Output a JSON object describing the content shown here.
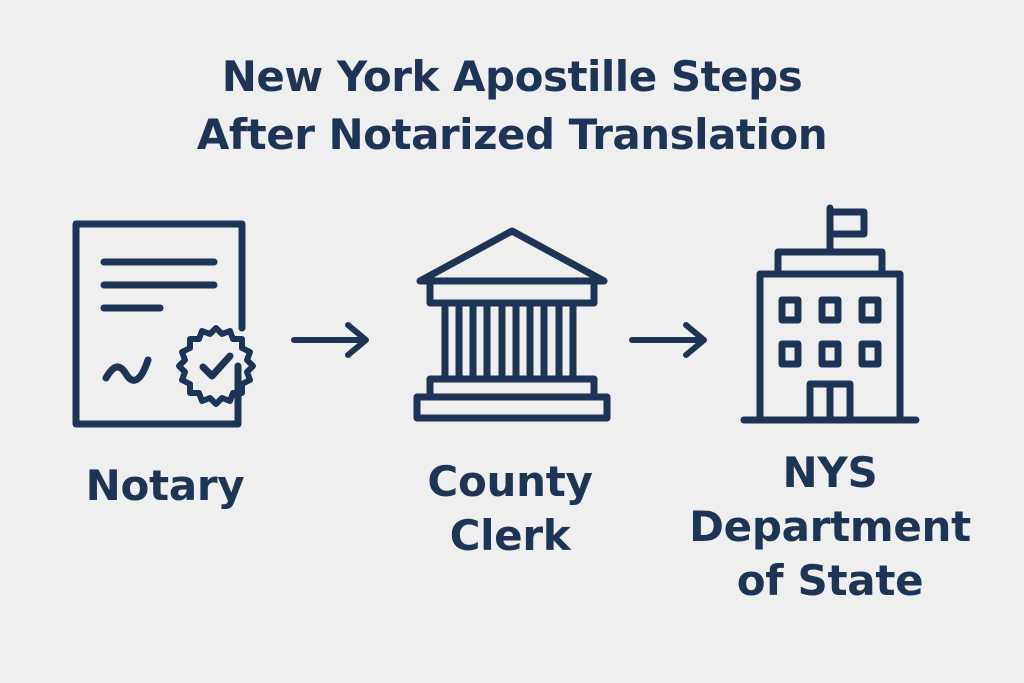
{
  "title": {
    "line1": "New York Apostille Steps",
    "line2": "After Notarized Translation"
  },
  "steps": [
    {
      "icon": "notarized-document-icon",
      "label_lines": [
        "Notary"
      ]
    },
    {
      "icon": "courthouse-icon",
      "label_lines": [
        "County",
        "Clerk"
      ]
    },
    {
      "icon": "government-building-icon",
      "label_lines": [
        "NYS",
        "Department",
        "of State"
      ]
    }
  ],
  "arrows": [
    "right-arrow-icon",
    "right-arrow-icon"
  ],
  "colors": {
    "background": "#efeff0",
    "ink": "#1e3456"
  }
}
